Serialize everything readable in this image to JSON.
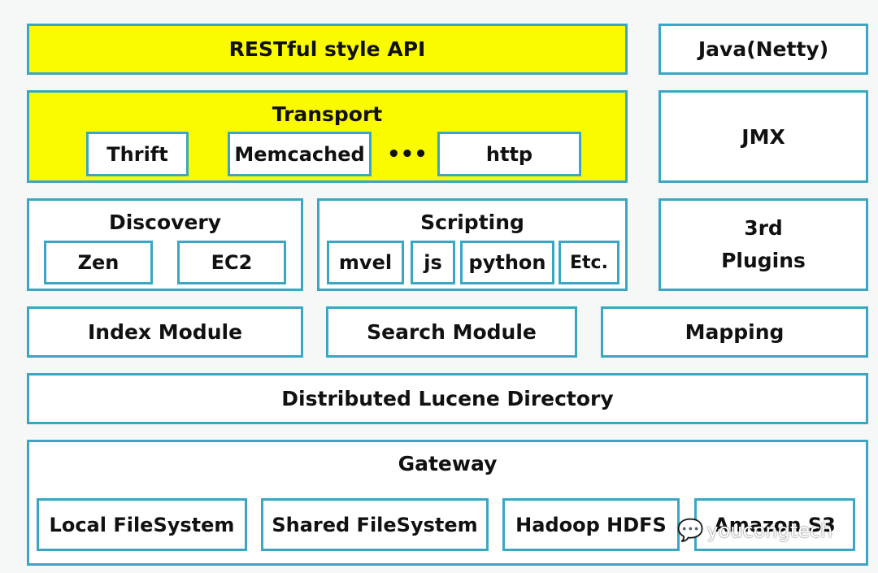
{
  "layers": {
    "rest_api": "RESTful style API",
    "transport": {
      "title": "Transport",
      "items": [
        "Thrift",
        "Memcached",
        "http"
      ],
      "ellipsis": "•••"
    },
    "discovery": {
      "title": "Discovery",
      "items": [
        "Zen",
        "EC2"
      ]
    },
    "scripting": {
      "title": "Scripting",
      "items": [
        "mvel",
        "js",
        "python",
        "Etc."
      ]
    },
    "modules": [
      "Index Module",
      "Search Module",
      "Mapping"
    ],
    "lucene": "Distributed Lucene Directory",
    "gateway": {
      "title": "Gateway",
      "items": [
        "Local FileSystem",
        "Shared FileSystem",
        "Hadoop HDFS",
        "Amazon S3"
      ]
    }
  },
  "side": {
    "java": "Java(Netty)",
    "jmx": "JMX",
    "plugins_line1": "3rd",
    "plugins_line2": "Plugins"
  },
  "watermark": {
    "icon": "wechat-icon",
    "text": "youcongtech"
  },
  "colors": {
    "border": "#3aa7c2",
    "highlight": "#fbfb00",
    "background": "#ffffff"
  }
}
